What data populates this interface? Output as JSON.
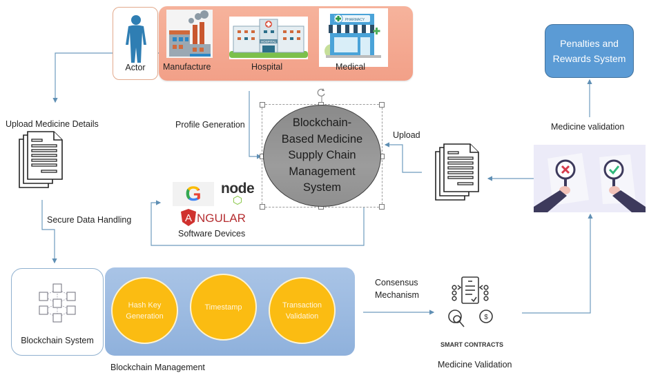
{
  "diagram": {
    "title": "Blockchain-Based Medicine Supply Chain Management System",
    "actors": {
      "actor_label": "Actor",
      "stakeholders": [
        {
          "label": "Manufacture",
          "icon": "factory-icon"
        },
        {
          "label": "Hospital",
          "icon": "hospital-icon",
          "sign": "HOSPITAL"
        },
        {
          "label": "Medical",
          "icon": "pharmacy-icon",
          "sign": "PHARMACY"
        }
      ]
    },
    "central_node": {
      "label": "Blockchain-Based Medicine Supply Chain Management System"
    },
    "labels": {
      "upload_medicine_details": "Upload Medicine  Details",
      "profile_generation": "Profile Generation",
      "secure_data_handling": "Secure Data Handling",
      "software_devices": "Software Devices",
      "upload": "Upload",
      "medicine_validation_top": "Medicine validation",
      "consensus_mechanism": "Consensus\nMechanism",
      "blockchain_management": "Blockchain Management",
      "medicine_validation_bottom": "Medicine Validation",
      "smart_contracts": "SMART CONTRACTS"
    },
    "software_logos": [
      {
        "name": "google",
        "text": "G"
      },
      {
        "name": "node",
        "text": "node"
      },
      {
        "name": "angular",
        "text": "NGULAR",
        "badge": "A"
      }
    ],
    "blockchain_system": {
      "label": "Blockchain System"
    },
    "blockchain_management_steps": [
      {
        "label": "Hash Key\nGeneration"
      },
      {
        "label": "Timestamp"
      },
      {
        "label": "Transaction\nValidation"
      }
    ],
    "penalties": {
      "label": "Penalties and\nRewards System"
    },
    "colors": {
      "banner": "#f4a98f",
      "ellipse": "#929292",
      "management_box": "#9dbbe1",
      "step_circle": "#fbbc12",
      "penalty_box": "#5b9bd5",
      "connector": "#5f8fb4",
      "actor_figure": "#2f7eb3"
    }
  }
}
